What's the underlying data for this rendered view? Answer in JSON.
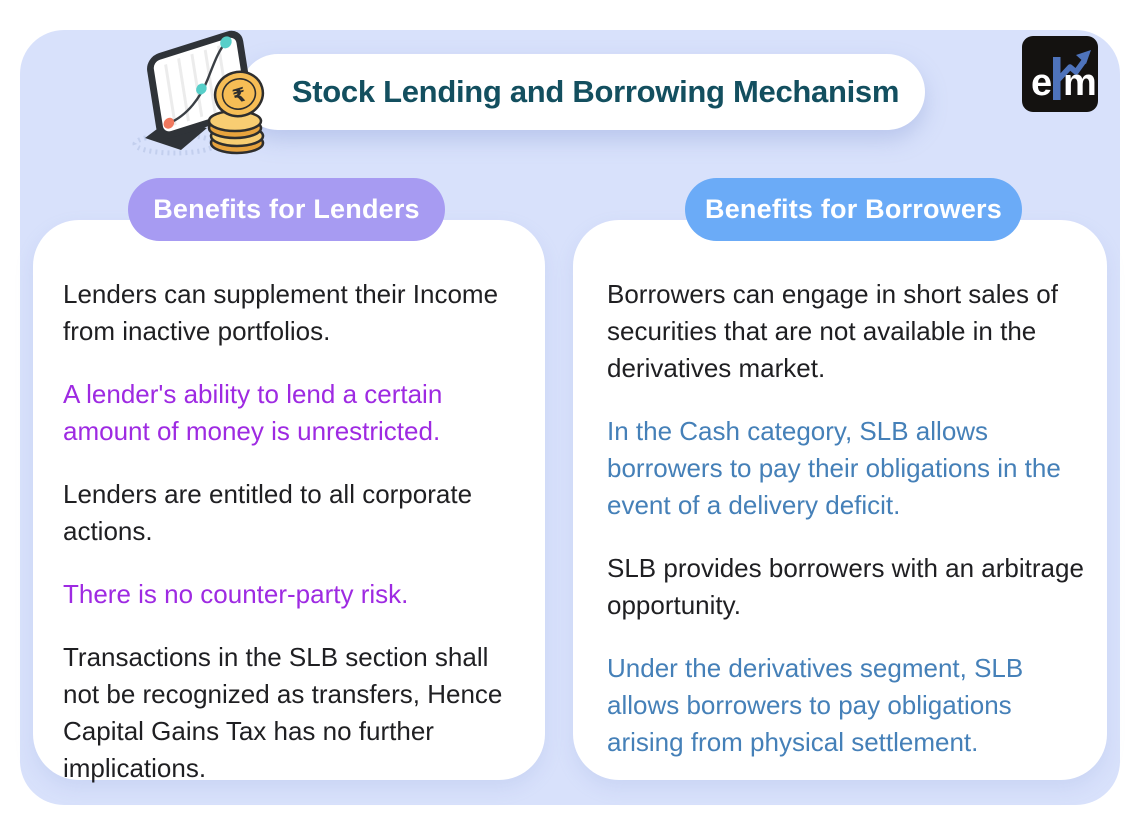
{
  "page": {
    "background": "#ffffff",
    "panel_background": "#d8e1fb",
    "body_text_color": "#1f1f22"
  },
  "header": {
    "title": "Stock Lending and Borrowing Mechanism",
    "title_color": "#134f5f",
    "illustration": "laptop-growth-chart-with-rupee-coins",
    "rupee_symbol": "₹",
    "logo": {
      "name": "elm-logo",
      "letter_e": "e",
      "letter_m": "m",
      "background": "#141210",
      "letter_color": "#ffffff",
      "accent_color": "#4e73bb"
    }
  },
  "columns": [
    {
      "id": "lenders",
      "header": {
        "label": "Benefits for Lenders",
        "background": "#a79bf2",
        "text_color": "#ffffff"
      },
      "accent_text_color": "#9e2ae2",
      "items": [
        {
          "text": "Lenders can supplement their Income from inactive portfolios.",
          "variant": "normal"
        },
        {
          "text": "A lender's ability to lend a certain amount of money is unrestricted.",
          "variant": "accent"
        },
        {
          "text": "Lenders are entitled to all corporate actions.",
          "variant": "normal"
        },
        {
          "text": "There is no counter-party risk.",
          "variant": "accent"
        },
        {
          "text": "Transactions in the SLB section shall not be recognized as transfers, Hence Capital Gains Tax has no further implications.",
          "variant": "normal"
        }
      ]
    },
    {
      "id": "borrowers",
      "header": {
        "label": "Benefits for Borrowers",
        "background": "#6babf7",
        "text_color": "#ffffff"
      },
      "accent_text_color": "#4580b8",
      "items": [
        {
          "text": "Borrowers can engage in short sales of securities that are not available in the derivatives market.",
          "variant": "normal"
        },
        {
          "text": "In the Cash category, SLB allows borrowers to pay their obligations in the event of a delivery deficit.",
          "variant": "accent"
        },
        {
          "text": "SLB provides borrowers with an arbitrage opportunity.",
          "variant": "normal"
        },
        {
          "text": "Under the derivatives segment, SLB allows borrowers to pay obligations arising from physical settlement.",
          "variant": "accent"
        }
      ]
    }
  ]
}
